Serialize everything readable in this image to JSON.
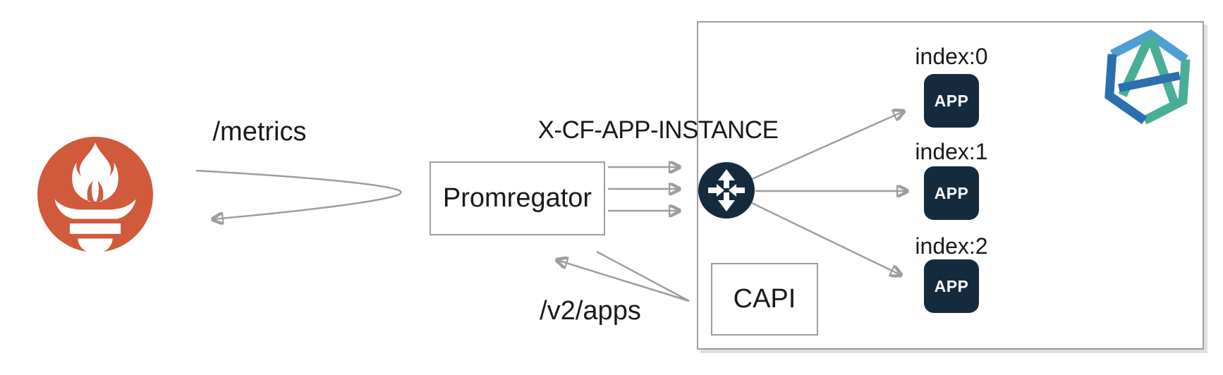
{
  "diagram": {
    "kind": "architecture-diagram",
    "labels": {
      "metrics_path": "/metrics",
      "instance_header": "X-CF-APP-INSTANCE",
      "v2_apps_path": "/v2/apps"
    },
    "nodes": {
      "prometheus": {
        "icon": "prometheus-logo"
      },
      "promregator": {
        "label": "Promregator"
      },
      "router": {
        "icon": "cf-router-icon"
      },
      "capi": {
        "label": "CAPI"
      },
      "platform_logo": {
        "icon": "hexagon-a-logo"
      },
      "apps": [
        {
          "index_label": "index:0",
          "label": "APP"
        },
        {
          "index_label": "index:1",
          "label": "APP"
        },
        {
          "index_label": "index:2",
          "label": "APP"
        }
      ]
    },
    "colors": {
      "navy": "#152A3D",
      "prometheus_orange": "#D05A3B",
      "arrow_gray": "#9E9E9E",
      "boundary_border": "#9E9E9E",
      "logo_light_blue": "#4E9FD4",
      "logo_dark_blue": "#2C6FAE",
      "logo_teal": "#49AE97",
      "text": "#1A1A1A",
      "background": "#FFFFFF"
    }
  }
}
